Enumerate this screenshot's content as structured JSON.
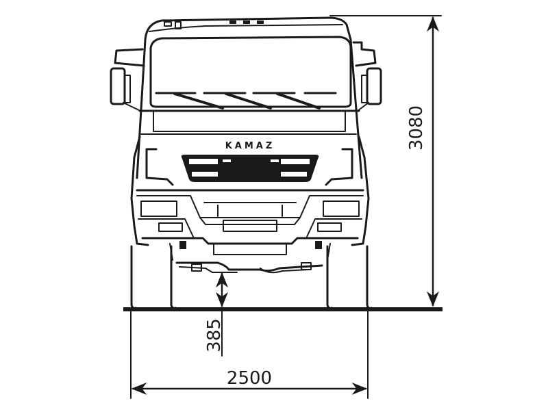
{
  "drawing": {
    "subject": "Truck front view dimension drawing",
    "brand_badge": "KAMAZ",
    "line_color": "#1a1a1a",
    "background": "#ffffff"
  },
  "dimensions": {
    "overall_height": {
      "value": "3080",
      "unit": "mm",
      "orientation": "vertical"
    },
    "ground_clearance": {
      "value": "385",
      "unit": "mm",
      "orientation": "vertical"
    },
    "overall_width": {
      "value": "2500",
      "unit": "mm",
      "orientation": "horizontal"
    }
  }
}
